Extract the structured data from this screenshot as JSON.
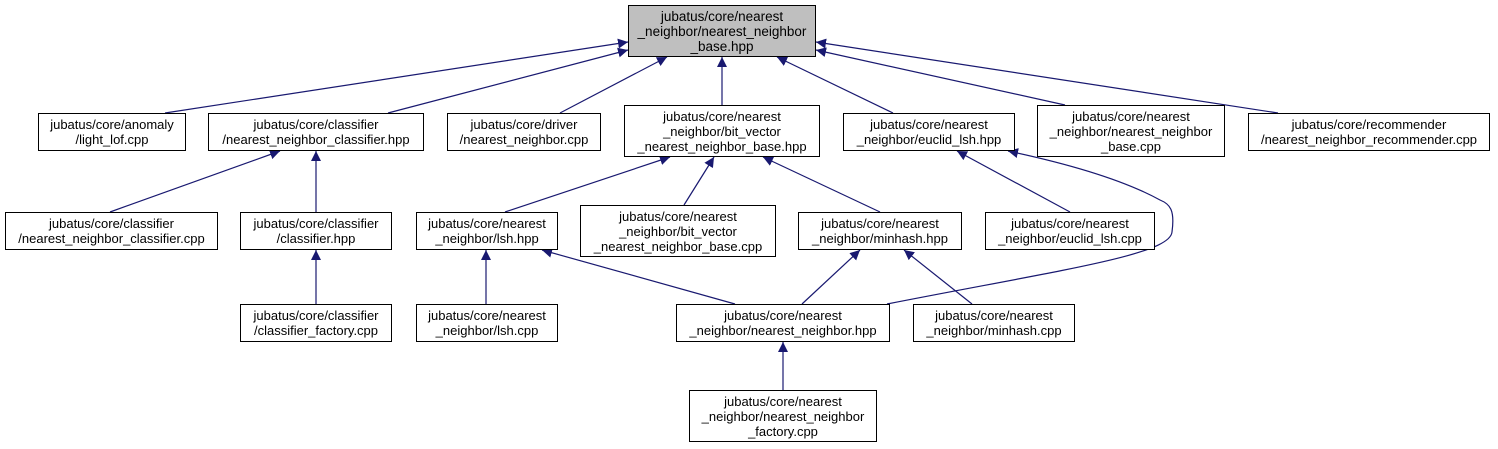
{
  "colors": {
    "edge": "#191970",
    "node_border": "#000000",
    "root_fill": "#bfbfbf",
    "node_fill": "#ffffff",
    "text": "#000000"
  },
  "nodes": {
    "root": "jubatus/core/nearest\n_neighbor/nearest_neighbor\n_base.hpp",
    "anomaly_light_lof": "jubatus/core/anomaly\n/light_lof.cpp",
    "classifier_nn_hpp": "jubatus/core/classifier\n/nearest_neighbor_classifier.hpp",
    "driver_nn_cpp": "jubatus/core/driver\n/nearest_neighbor.cpp",
    "bit_vector_nn_base_hpp": "jubatus/core/nearest\n_neighbor/bit_vector\n_nearest_neighbor_base.hpp",
    "euclid_lsh_hpp": "jubatus/core/nearest\n_neighbor/euclid_lsh.hpp",
    "nn_base_cpp": "jubatus/core/nearest\n_neighbor/nearest_neighbor\n_base.cpp",
    "recommender_nn_cpp": "jubatus/core/recommender\n/nearest_neighbor_recommender.cpp",
    "classifier_nn_cpp": "jubatus/core/classifier\n/nearest_neighbor_classifier.cpp",
    "classifier_hpp": "jubatus/core/classifier\n/classifier.hpp",
    "lsh_hpp": "jubatus/core/nearest\n_neighbor/lsh.hpp",
    "bit_vector_nn_base_cpp": "jubatus/core/nearest\n_neighbor/bit_vector\n_nearest_neighbor_base.cpp",
    "minhash_hpp": "jubatus/core/nearest\n_neighbor/minhash.hpp",
    "euclid_lsh_cpp": "jubatus/core/nearest\n_neighbor/euclid_lsh.cpp",
    "classifier_factory_cpp": "jubatus/core/classifier\n/classifier_factory.cpp",
    "lsh_cpp": "jubatus/core/nearest\n_neighbor/lsh.cpp",
    "nn_hpp": "jubatus/core/nearest\n_neighbor/nearest_neighbor.hpp",
    "minhash_cpp": "jubatus/core/nearest\n_neighbor/minhash.cpp",
    "nn_factory_cpp": "jubatus/core/nearest\n_neighbor/nearest_neighbor\n_factory.cpp"
  },
  "edges": [
    {
      "from": "anomaly_light_lof",
      "to": "root"
    },
    {
      "from": "classifier_nn_hpp",
      "to": "root"
    },
    {
      "from": "driver_nn_cpp",
      "to": "root"
    },
    {
      "from": "bit_vector_nn_base_hpp",
      "to": "root"
    },
    {
      "from": "euclid_lsh_hpp",
      "to": "root"
    },
    {
      "from": "nn_base_cpp",
      "to": "root"
    },
    {
      "from": "recommender_nn_cpp",
      "to": "root"
    },
    {
      "from": "classifier_nn_cpp",
      "to": "classifier_nn_hpp"
    },
    {
      "from": "classifier_hpp",
      "to": "classifier_nn_hpp"
    },
    {
      "from": "classifier_factory_cpp",
      "to": "classifier_hpp"
    },
    {
      "from": "lsh_hpp",
      "to": "bit_vector_nn_base_hpp"
    },
    {
      "from": "bit_vector_nn_base_cpp",
      "to": "bit_vector_nn_base_hpp"
    },
    {
      "from": "minhash_hpp",
      "to": "bit_vector_nn_base_hpp"
    },
    {
      "from": "euclid_lsh_cpp",
      "to": "euclid_lsh_hpp"
    },
    {
      "from": "nn_hpp",
      "to": "euclid_lsh_hpp"
    },
    {
      "from": "lsh_cpp",
      "to": "lsh_hpp"
    },
    {
      "from": "nn_hpp",
      "to": "lsh_hpp"
    },
    {
      "from": "nn_hpp",
      "to": "minhash_hpp"
    },
    {
      "from": "minhash_cpp",
      "to": "minhash_hpp"
    },
    {
      "from": "nn_factory_cpp",
      "to": "nn_hpp"
    }
  ]
}
